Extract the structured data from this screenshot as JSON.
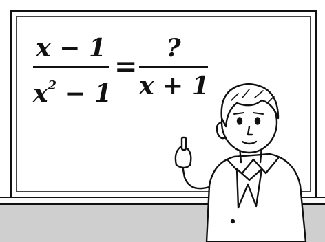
{
  "equation": {
    "left_numerator": "x − 1",
    "left_denominator_base": "x",
    "left_denominator_exp": "2",
    "left_denominator_rest": "− 1",
    "equals": "=",
    "right_numerator": "?",
    "right_denominator": "x + 1"
  },
  "colors": {
    "ink": "#111111",
    "wall": "#cfcfcf",
    "board": "#ffffff"
  }
}
